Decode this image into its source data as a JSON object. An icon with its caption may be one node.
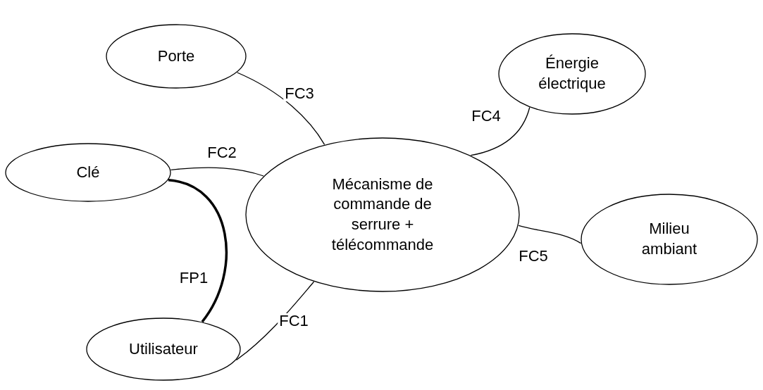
{
  "diagram": {
    "nodes": [
      {
        "text": [
          "Porte"
        ]
      },
      {
        "text": [
          "Énergie électrique"
        ]
      },
      {
        "text": [
          "Clé"
        ]
      },
      {
        "text": [
          "Mécanisme de commande de serrure + télécommande"
        ]
      },
      {
        "text": [
          "Milieu ambiant"
        ]
      },
      {
        "text": [
          "Utilisateur"
        ]
      }
    ],
    "edges": [
      {
        "from": 0,
        "to": 3,
        "arrow": "none",
        "label": "FC3"
      },
      {
        "from": 1,
        "to": 3,
        "arrow": "none",
        "label": "FC4"
      },
      {
        "from": 2,
        "to": 3,
        "arrow": "none",
        "label": "FC2"
      },
      {
        "from": 2,
        "to": 5,
        "arrow": "none",
        "label": "FP1",
        "style": "thick"
      },
      {
        "from": 5,
        "to": 3,
        "arrow": "none",
        "label": "FC1"
      },
      {
        "from": 3,
        "to": 4,
        "arrow": "none",
        "label": "FC5"
      }
    ]
  }
}
